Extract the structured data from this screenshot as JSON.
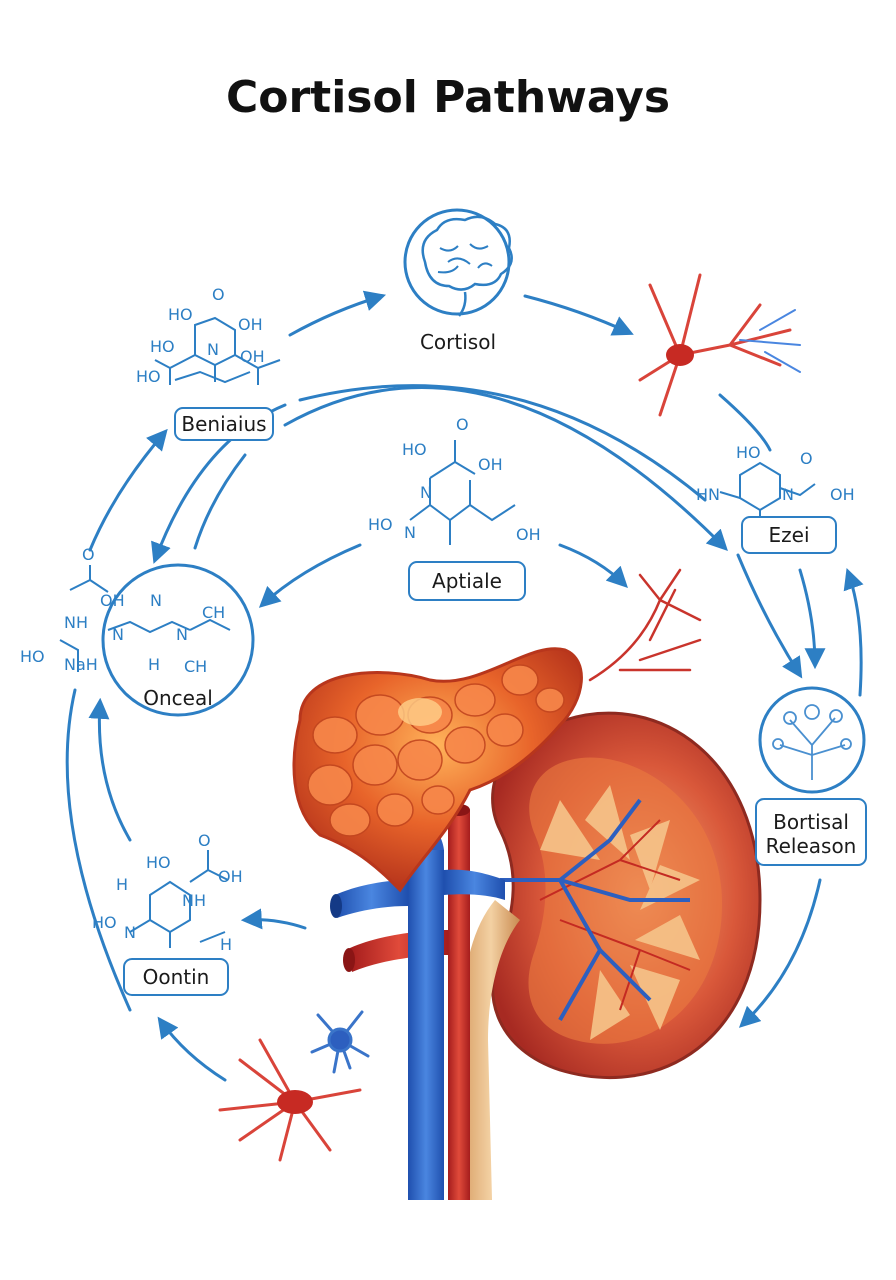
{
  "title": "Cortisol Pathways",
  "nodes": {
    "top": "Cortisol",
    "left_top": "Beniaius",
    "center": "Aptiale",
    "right_top": "Ezei",
    "left_mid": "Onceal",
    "right_mid_line1": "Bortisal",
    "right_mid_line2": "Releason",
    "left_bottom": "Oontin"
  },
  "chem_text": {
    "a1": "HO",
    "a2": "O",
    "a3": "OH",
    "a4": "HO",
    "a5": "N",
    "a6": "OH",
    "a7": "HO",
    "b1": "HO",
    "b2": "O",
    "b3": "OH",
    "b4": "N",
    "b5": "HO",
    "b6": "N",
    "b7": "OH",
    "c1": "HO",
    "c2": "HN",
    "c3": "N",
    "c4": "O",
    "c5": "OH",
    "d1": "O",
    "d2": "OH",
    "d3": "NH",
    "d4": "N",
    "d5": "N",
    "d6": "N",
    "d7": "CH",
    "d8": "HO",
    "d9": "NaH",
    "d10": "H",
    "d11": "CH",
    "e1": "O",
    "e2": "HO",
    "e3": "OH",
    "e4": "H",
    "e5": "NH",
    "e6": "HO",
    "e7": "N",
    "e8": "H"
  },
  "colors": {
    "accent_blue": "#2d7fc4",
    "organ_orange": "#e8642a",
    "kidney_red": "#c63a2f",
    "vein_blue": "#2d5fbf"
  },
  "icons": [
    "brain-icon",
    "neuron-icon",
    "tree-cell-icon",
    "adrenal-gland",
    "kidney",
    "blood-vessels"
  ]
}
